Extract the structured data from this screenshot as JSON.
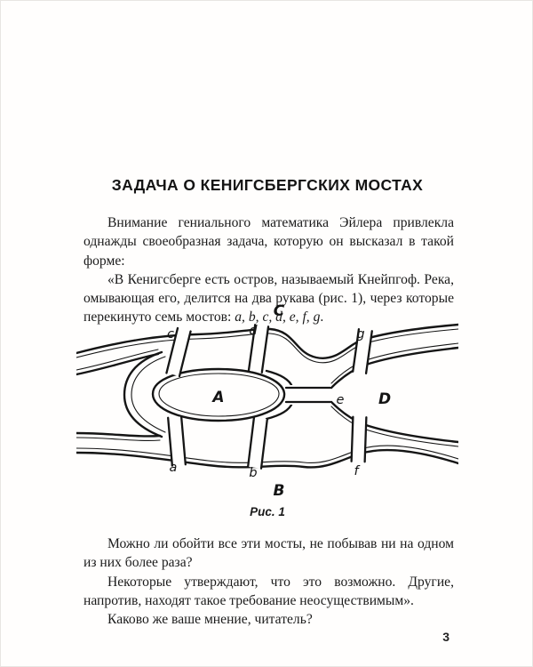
{
  "page": {
    "title": "ЗАДАЧА О КЕНИГСБЕРГСКИХ МОСТАХ",
    "page_number": "3",
    "paragraphs": {
      "p1": "Внимание гениального математика Эйлера привлекла однажды своеобразная задача, которую он высказал в такой форме:",
      "p2_pre": "«В Кенигсберге есть остров, называемый Кнейпгоф. Река, омывающая его, делится на два рукава (рис. 1), через которые перекинуто семь мостов: ",
      "p2_italic": "a, b, c, d, e, f, g",
      "p2_post": ".",
      "p3": "Можно ли обойти все эти мосты, не побывав ни на одном из них более раза?",
      "p4": "Некоторые утверждают, что это возможно. Другие, напротив, находят такое требование неосуществимым».",
      "p5": "Каково же ваше мнение, читатель?"
    }
  },
  "figure": {
    "caption": "Рис. 1",
    "description": "Схема реки с островом Кнейпгоф и семью мостами",
    "region_labels": [
      "A",
      "B",
      "C",
      "D"
    ],
    "bridge_labels": [
      "a",
      "b",
      "c",
      "d",
      "e",
      "f",
      "g"
    ],
    "labels": {
      "A": "A",
      "B": "B",
      "C": "C",
      "D": "D",
      "a": "a",
      "b": "b",
      "c": "c",
      "d": "d",
      "e": "e",
      "f": "f",
      "g": "g"
    }
  },
  "colors": {
    "ink": "#151515",
    "paper": "#fffefd"
  }
}
